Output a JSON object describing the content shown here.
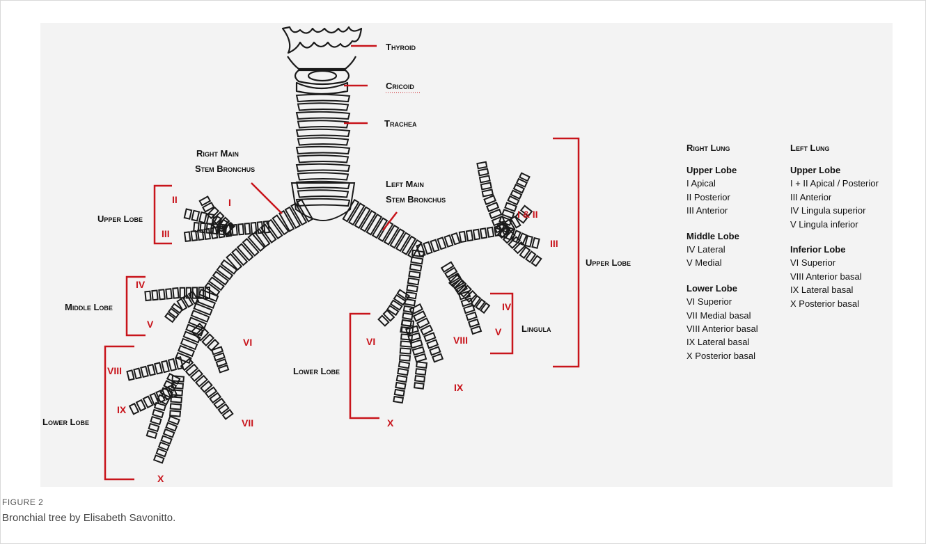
{
  "figure": {
    "label": "FIGURE 2",
    "caption": "Bronchial tree by Elisabeth Savonitto."
  },
  "diagram": {
    "labels": {
      "thyroid": "Thyroid",
      "cricoid": "Cricoid",
      "trachea": "Trachea",
      "right_main_1": "Right Main",
      "right_main_2": "Stem Bronchus",
      "left_main_1": "Left Main",
      "left_main_2": "Stem Bronchus",
      "right_upper_lobe": "Upper Lobe",
      "right_middle_lobe": "Middle Lobe",
      "right_lower_lobe": "Lower Lobe",
      "left_upper_lobe": "Upper Lobe",
      "left_lower_lobe": "Lower Lobe",
      "lingula": "Lingula"
    },
    "segments": {
      "r_I": "I",
      "r_II": "II",
      "r_III": "III",
      "r_IV": "IV",
      "r_V": "V",
      "r_VI": "VI",
      "r_VII": "VII",
      "r_VIII": "VIII",
      "r_IX": "IX",
      "r_X": "X",
      "l_I_II": "I & II",
      "l_III": "III",
      "l_IV": "IV",
      "l_V": "V",
      "l_VI": "VI",
      "l_VIII": "VIII",
      "l_IX": "IX",
      "l_X": "X"
    },
    "accent_color": "#c8141b"
  },
  "legend": {
    "right": {
      "title": "Right Lung",
      "sections": [
        {
          "name": "Upper Lobe",
          "items": [
            "I Apical",
            "II Posterior",
            "III Anterior"
          ]
        },
        {
          "name": "Middle Lobe",
          "items": [
            "IV Lateral",
            "V Medial"
          ]
        },
        {
          "name": "Lower Lobe",
          "items": [
            "VI Superior",
            "VII Medial basal",
            "VIII Anterior basal",
            "IX Lateral basal",
            "X Posterior basal"
          ]
        }
      ]
    },
    "left": {
      "title": "Left Lung",
      "sections": [
        {
          "name": "Upper Lobe",
          "items": [
            "I + II Apical / Posterior",
            "III Anterior",
            "IV Lingula superior",
            "V Lingula inferior"
          ]
        },
        {
          "name": "Inferior Lobe",
          "items": [
            "VI Superior",
            "VIII Anterior basal",
            "IX Lateral basal",
            "X Posterior basal"
          ]
        }
      ]
    }
  }
}
